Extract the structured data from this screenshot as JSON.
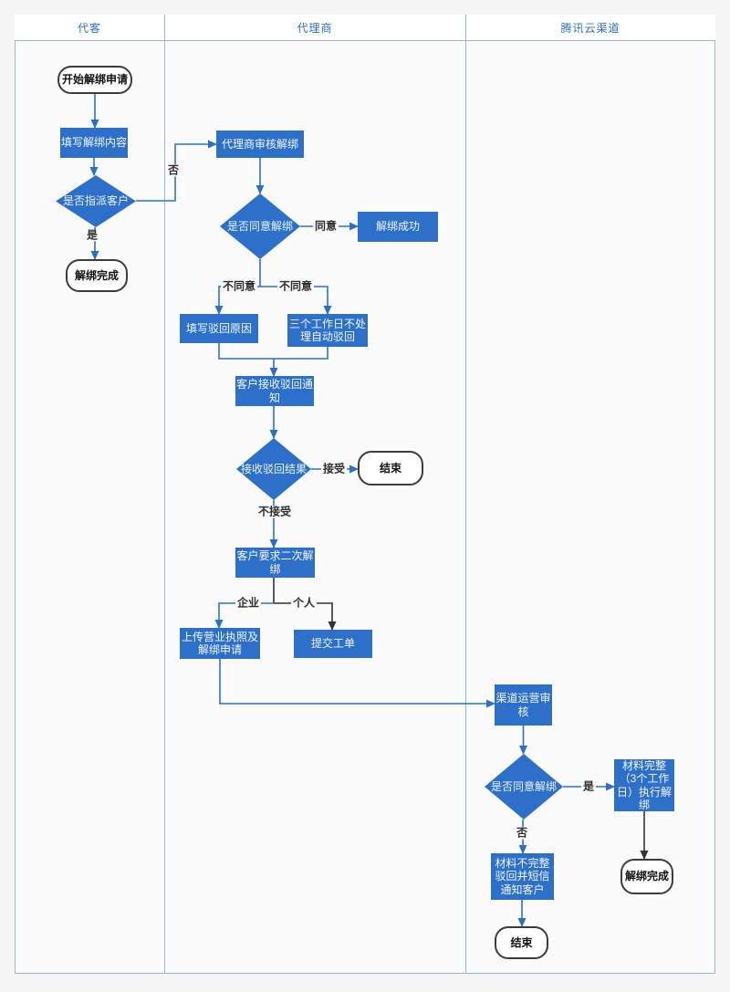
{
  "lanes": [
    {
      "label": "代客"
    },
    {
      "label": "代理商"
    },
    {
      "label": "腾讯云渠道"
    }
  ],
  "nodes": {
    "start": "开始解绑申请",
    "fill_unbind_content": "填写解绑内容",
    "assign_customer_decision": "是否指派客户",
    "unbind_complete_left": "解绑完成",
    "agent_review": "代理商审核解绑",
    "agent_agree_decision": "是否同意解绑",
    "unbind_success": "解绑成功",
    "fill_reject_reason": "填写驳回原因",
    "auto_reject": "三个工作日不处理自动驳回",
    "customer_receive_notice": "客户接收驳回通知",
    "receive_result_decision": "接收驳回结果",
    "end_middle": "结束",
    "second_unbind_request": "客户要求二次解绑",
    "upload_license": "上传营业执照及解绑申请",
    "submit_ticket": "提交工单",
    "channel_ops_review": "渠道运营审核",
    "channel_agree_decision": "是否同意解绑",
    "execute_unbind": "材料完整（3个工作日）执行解绑",
    "unbind_complete_right": "解绑完成",
    "incomplete_reject": "材料不完整驳回并短信通知客户",
    "end_bottom": "结束"
  },
  "edge_labels": {
    "no_assign": "否",
    "yes_assign": "是",
    "agree": "同意",
    "disagree_left": "不同意",
    "disagree_right": "不同意",
    "accept": "接受",
    "not_accept": "不接受",
    "enterprise": "企业",
    "personal": "个人",
    "channel_yes": "是",
    "channel_no": "否"
  },
  "colors": {
    "node_blue": "#2c70c9",
    "connector_black": "#333333",
    "lane_border": "#9ab4dc",
    "header_text": "#2c70c9"
  }
}
